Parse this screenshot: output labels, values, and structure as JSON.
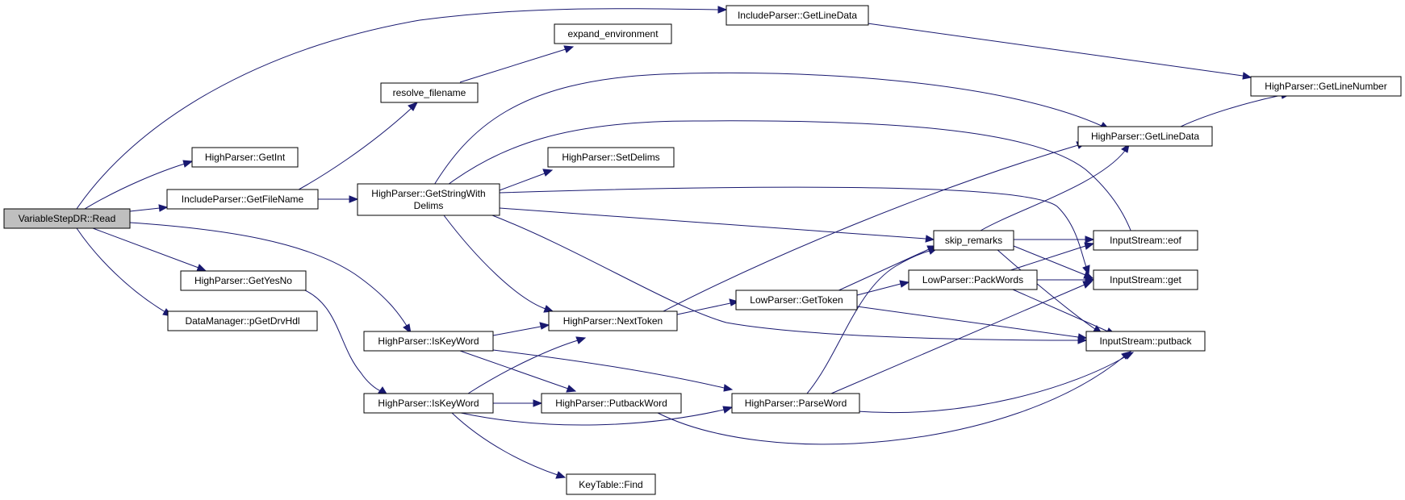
{
  "graph": {
    "nodes": {
      "read": "VariableStepDR::Read",
      "getint": "HighParser::GetInt",
      "includegetfilename": "IncludeParser::GetFileName",
      "resolvefilename": "resolve_filename",
      "expandenv": "expand_environment",
      "includegetlinedata": "IncludeParser::GetLineData",
      "getlinenumber": "HighParser::GetLineNumber",
      "highgetlinedata": "HighParser::GetLineData",
      "getstringwithdelims_1": "HighParser::GetStringWith",
      "getstringwithdelims_2": "Delims",
      "setdelims": "HighParser::SetDelims",
      "getyesno": "HighParser::GetYesNo",
      "pgetdrvhdl": "DataManager::pGetDrvHdl",
      "iskeyword1": "HighParser::IsKeyWord",
      "iskeyword2": "HighParser::IsKeyWord",
      "nexttoken": "HighParser::NextToken",
      "putbackword": "HighParser::PutbackWord",
      "find": "KeyTable::Find",
      "gettoken": "LowParser::GetToken",
      "parseword": "HighParser::ParseWord",
      "skipremarks": "skip_remarks",
      "packwords": "LowParser::PackWords",
      "eof": "InputStream::eof",
      "get": "InputStream::get",
      "putback": "InputStream::putback"
    },
    "colors": {
      "edge": "#191970",
      "root_fill": "#bfbfbf",
      "node_fill": "#ffffff",
      "node_border": "#000000"
    }
  }
}
